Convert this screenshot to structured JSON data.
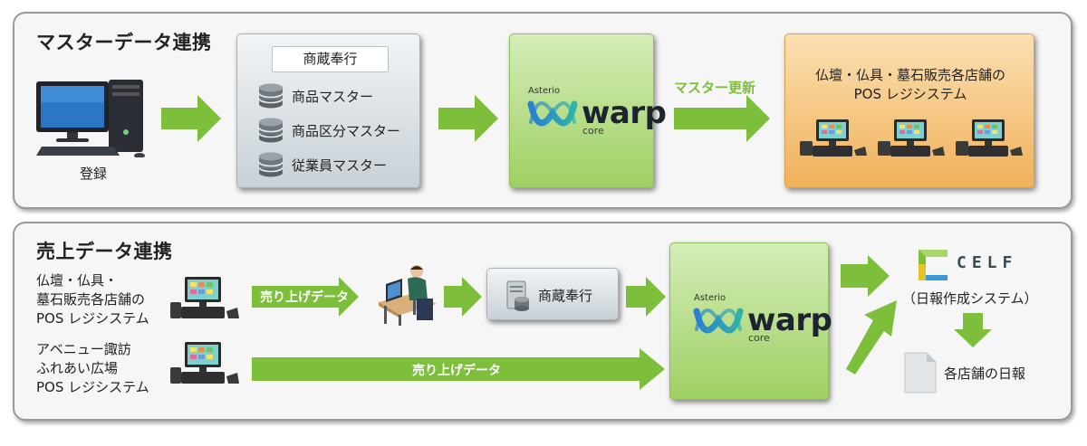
{
  "master_section": {
    "title": "マスターデータ連携",
    "pc_label": "登録",
    "erp": {
      "title": "商蔵奉行",
      "items": [
        "商品マスター",
        "商品区分マスター",
        "従業員マスター"
      ]
    },
    "warp": {
      "brand": "Asterio",
      "name": "warp",
      "sub": "core"
    },
    "update_arrow_label": "マスター更新",
    "pos_box": {
      "line1": "仏壇・仏具・墓石販売各店舗の",
      "line2": "POS レジシステム"
    }
  },
  "sales_section": {
    "title": "売上データ連携",
    "pos1": {
      "line1": "仏壇・仏具・",
      "line2": "墓石販売各店舗の",
      "line3": "POS レジシステム"
    },
    "pos2": {
      "line1": "アベニュー諏訪",
      "line2": "ふれあい広場",
      "line3": "POS レジシステム"
    },
    "arrow1_label": "売り上げデータ",
    "arrow2_label": "売り上げデータ",
    "erp_title": "商蔵奉行",
    "warp": {
      "brand": "Asterio",
      "name": "warp",
      "sub": "core"
    },
    "celf": {
      "logo_text": "CELF",
      "label": "（日報作成システム）"
    },
    "report_label": "各店舗の日報"
  },
  "colors": {
    "arrow_green": "#7dbe3a",
    "warp_box": "#b6dd86",
    "pos_box": "#f3c27e",
    "erp_box": "#dde3e7"
  }
}
